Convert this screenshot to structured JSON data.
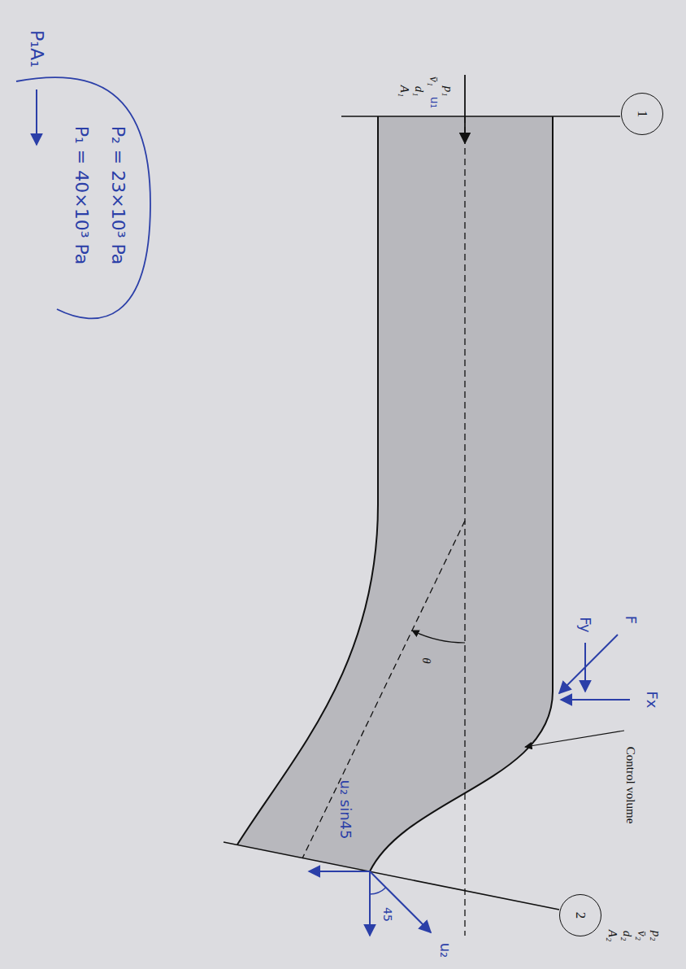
{
  "diagram": {
    "nodes": [
      {
        "text": [
          "1"
        ]
      },
      {
        "text": [
          "2"
        ]
      }
    ],
    "labels": [
      "P₁A₁",
      "P₁ = 40×10³ Pa",
      "P₂ = 23×10³ Pa",
      "p₁",
      "v̄₁",
      "u₁",
      "d₁",
      "A₁",
      "Control volume",
      "Fy",
      "F",
      "Fx",
      "θ",
      "u₂ sin45",
      "45",
      "u₂",
      "p₂",
      "v̄₂",
      "d₂",
      "A₂"
    ]
  }
}
